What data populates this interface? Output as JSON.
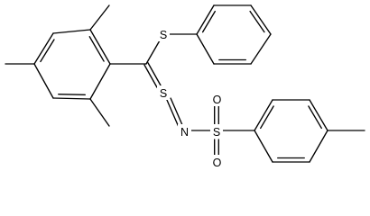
{
  "molecule": {
    "atoms": [
      {
        "id": "S_thio",
        "label": "S"
      },
      {
        "id": "S_sulfine",
        "label": "S"
      },
      {
        "id": "N",
        "label": "N"
      },
      {
        "id": "S_sulfonyl",
        "label": "S"
      },
      {
        "id": "O_top",
        "label": "O"
      },
      {
        "id": "O_bottom",
        "label": "O"
      }
    ]
  },
  "colors": {
    "bond": "#000000",
    "label": "#000000",
    "background": "#ffffff"
  }
}
